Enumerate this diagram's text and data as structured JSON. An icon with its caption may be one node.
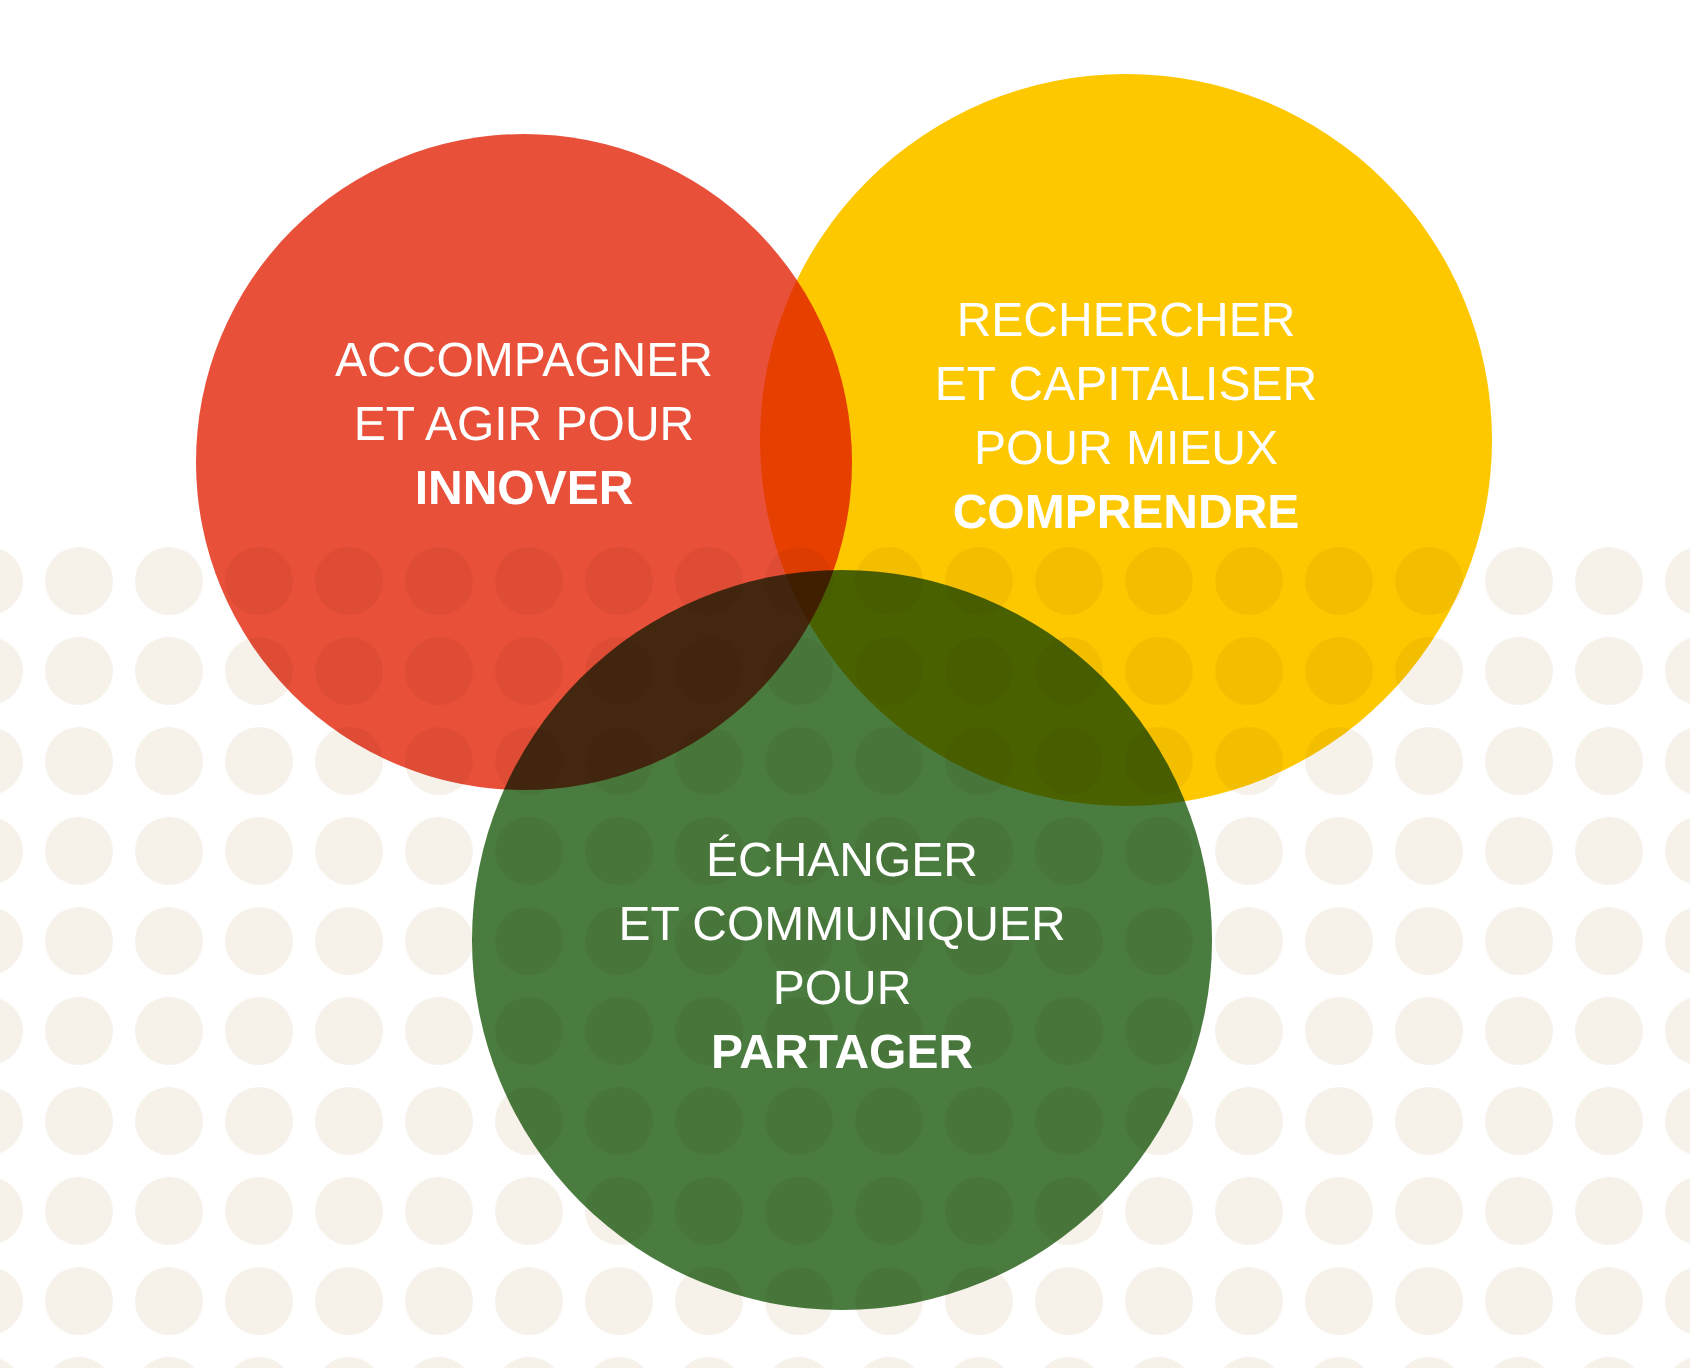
{
  "diagram": {
    "nodes": [
      {
        "text": [
          "ACCOMPAGNER ET AGIR POUR",
          "INNOVER"
        ]
      },
      {
        "text": [
          "RECHERCHER ET CAPITALISER POUR MIEUX",
          "COMPRENDRE"
        ]
      },
      {
        "text": [
          "ÉCHANGER ET COMMUNIQUER POUR",
          "PARTAGER"
        ]
      }
    ]
  }
}
